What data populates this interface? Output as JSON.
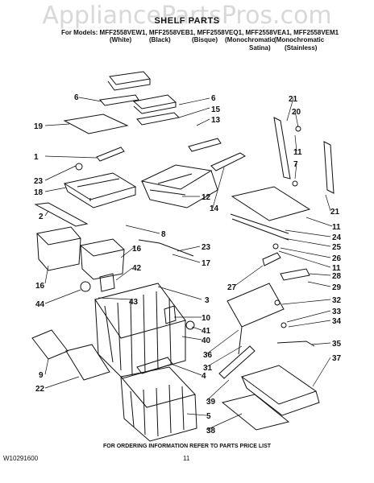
{
  "watermark": "AppliancePartsPros.com",
  "title": "SHELF PARTS",
  "models_line": "For Models: MFF2558VEW1, MFF2558VEB1, MFF2558VEQ1, MFF2558VEA1, MFF2558VEM1",
  "colors": [
    "(White)",
    "(Black)",
    "(Bisque)",
    "(Monochromatic",
    "(Monochromatic"
  ],
  "colors_line2": [
    "Satina)",
    "(Stainless)"
  ],
  "callouts": [
    "6",
    "6",
    "15",
    "13",
    "19",
    "1",
    "23",
    "18",
    "2",
    "8",
    "16",
    "16",
    "44",
    "42",
    "43",
    "3",
    "12",
    "14",
    "23",
    "17",
    "21",
    "20",
    "11",
    "7",
    "21",
    "11",
    "24",
    "25",
    "26",
    "11",
    "27",
    "28",
    "29",
    "32",
    "33",
    "34",
    "10",
    "41",
    "40",
    "36",
    "35",
    "31",
    "37",
    "4",
    "9",
    "22",
    "39",
    "5",
    "38"
  ],
  "footer": "FOR ORDERING INFORMATION REFER TO PARTS PRICE LIST",
  "doc_id": "W10291600",
  "page_number": "11"
}
